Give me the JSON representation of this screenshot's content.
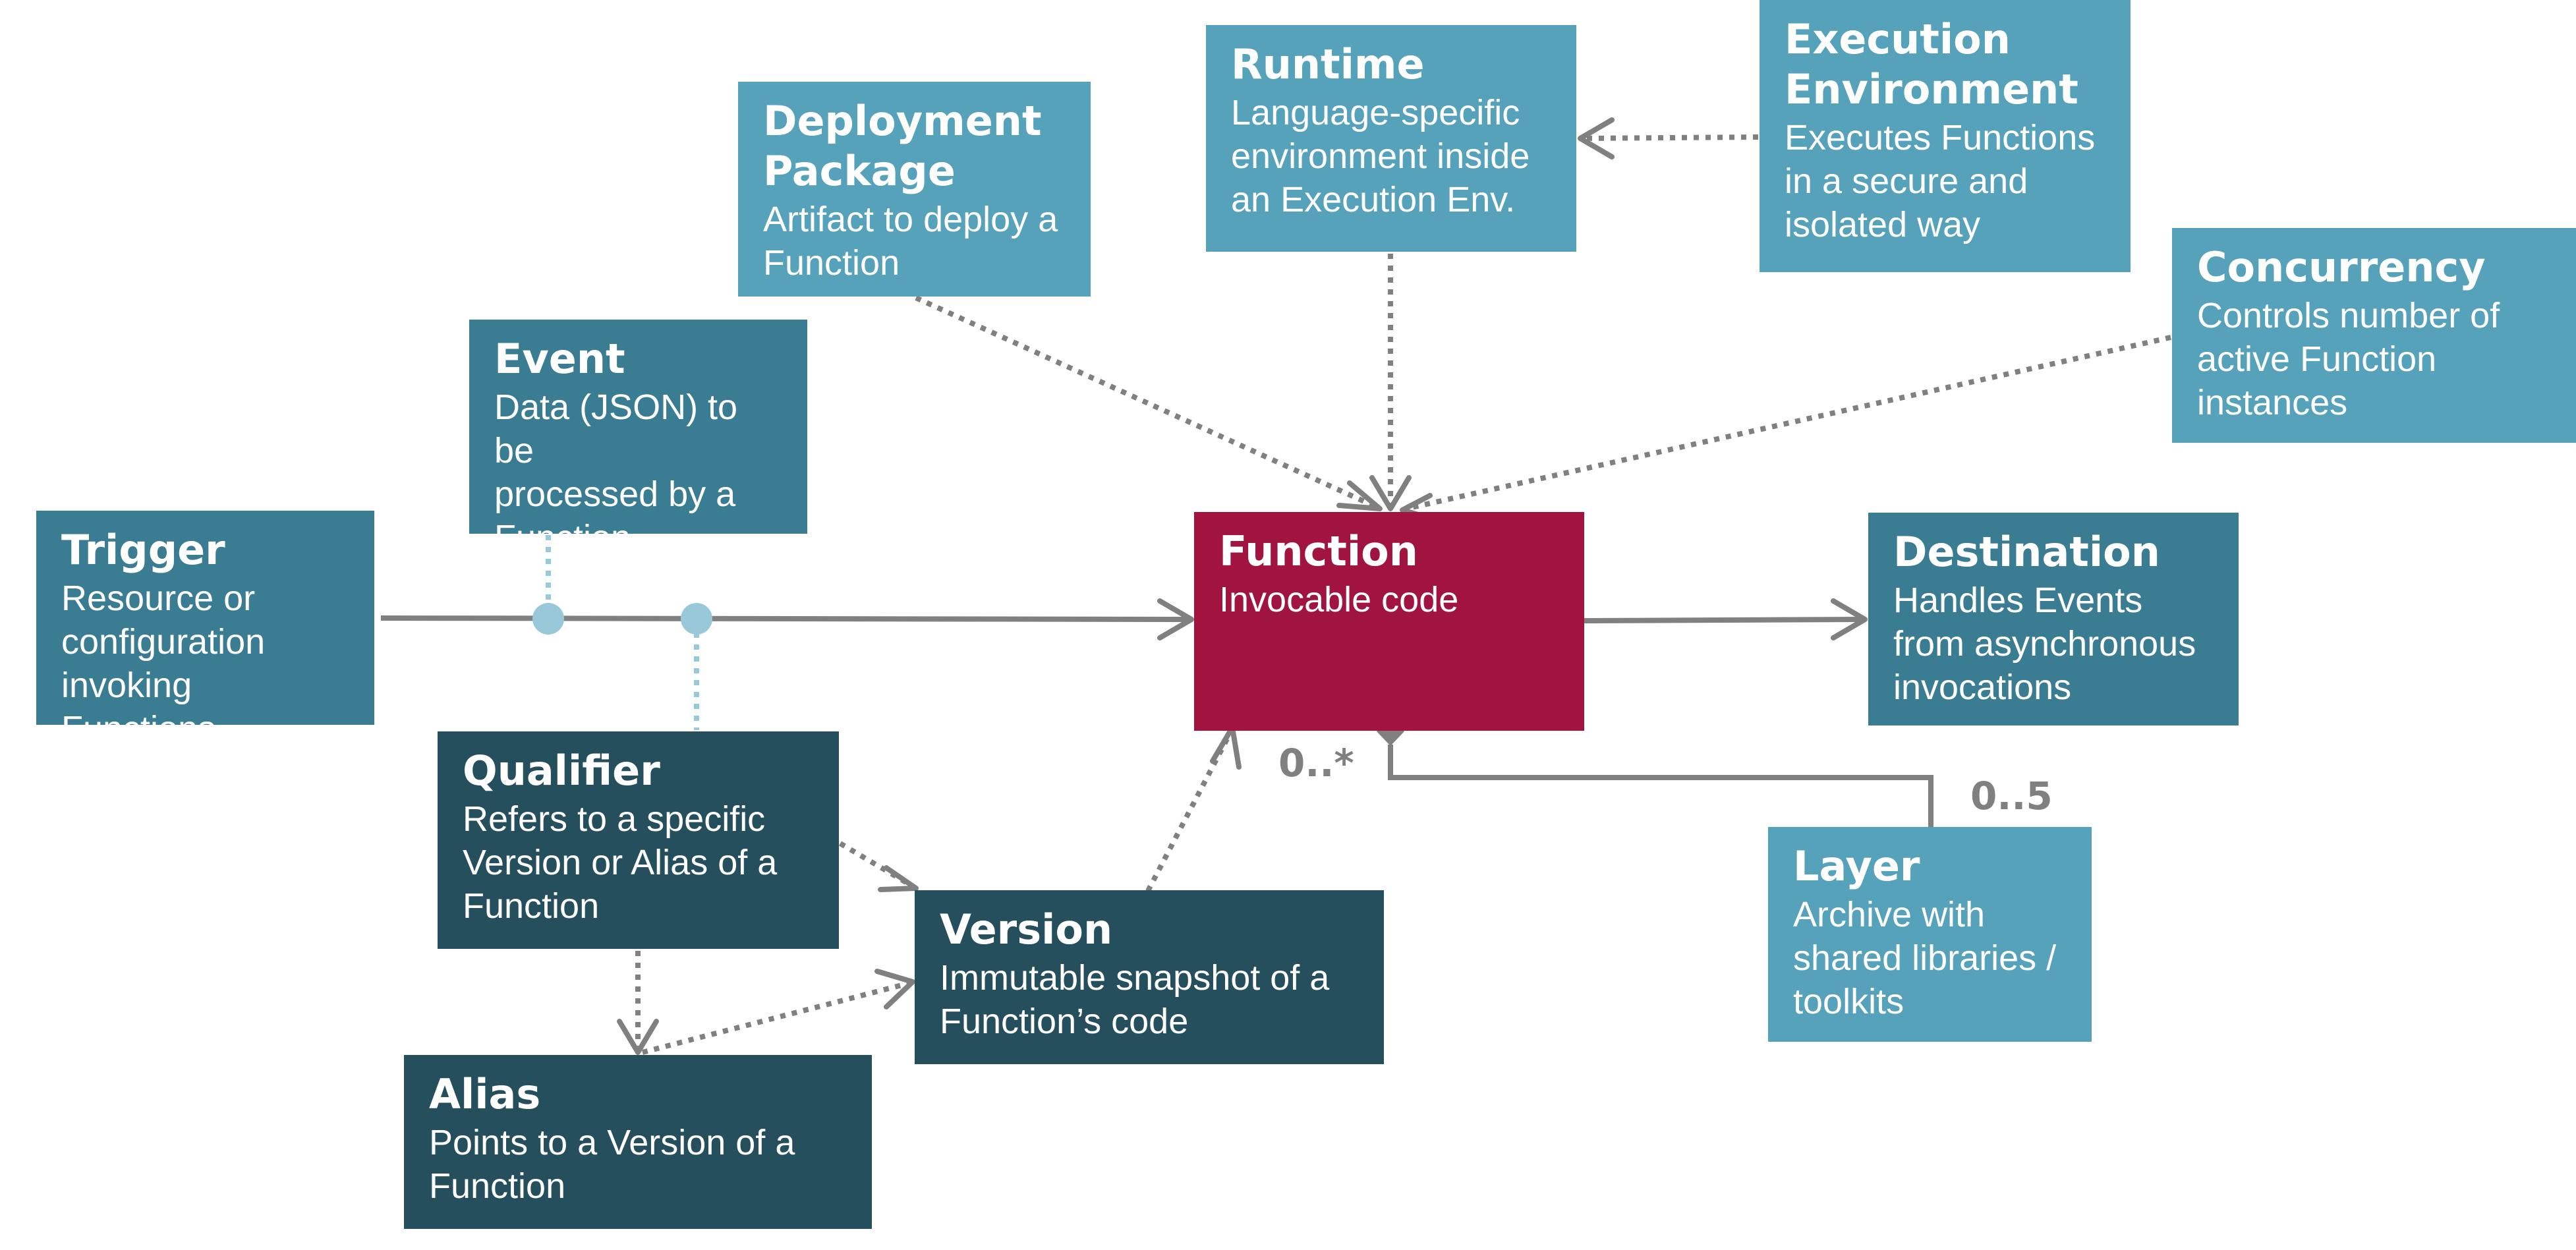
{
  "colors": {
    "background": "#ffffff",
    "teal_mid": "#3a7d93",
    "teal_light": "#56a2bb",
    "teal_dark": "#264f5e",
    "function_accent": "#a0143f",
    "connector": "#808080",
    "qualifier_link": "#99c8d9"
  },
  "nodes": {
    "trigger": {
      "title": "Trigger",
      "desc": "Resource or\nconfiguration\ninvoking Functions"
    },
    "event": {
      "title": "Event",
      "desc": "Data (JSON) to be\nprocessed by a\nFunction"
    },
    "deployment": {
      "title": "Deployment\nPackage",
      "desc": "Artifact to deploy a\nFunction"
    },
    "runtime": {
      "title": "Runtime",
      "desc": "Language-specific\nenvironment inside\nan Execution Env."
    },
    "execution": {
      "title": "Execution\nEnvironment",
      "desc": "Executes Functions\nin a secure and\nisolated way"
    },
    "concurrency": {
      "title": "Concurrency",
      "desc": "Controls number of\nactive Function\ninstances"
    },
    "function": {
      "title": "Function",
      "desc": "Invocable code"
    },
    "destination": {
      "title": "Destination",
      "desc": "Handles Events\nfrom asynchronous\ninvocations"
    },
    "qualifier": {
      "title": "Qualifier",
      "desc": "Refers to a specific\nVersion or Alias of a\nFunction"
    },
    "version": {
      "title": "Version",
      "desc": "Immutable snapshot of a\nFunction’s code"
    },
    "alias": {
      "title": "Alias",
      "desc": "Points to a Version of a\nFunction"
    },
    "layer": {
      "title": "Layer",
      "desc": "Archive with\nshared libraries /\ntoolkits"
    }
  },
  "multiplicities": {
    "function_side": "0..*",
    "layer_side": "0..5"
  },
  "edges": [
    {
      "from": "trigger",
      "to": "function",
      "style": "solid",
      "head": "arrow"
    },
    {
      "from": "function",
      "to": "destination",
      "style": "solid",
      "head": "arrow"
    },
    {
      "from": "event",
      "to": "trigger-function-link",
      "style": "dotted-light"
    },
    {
      "from": "qualifier",
      "to": "trigger-function-link",
      "style": "dotted-light"
    },
    {
      "from": "deployment",
      "to": "function",
      "style": "dotted",
      "head": "arrow"
    },
    {
      "from": "runtime",
      "to": "function",
      "style": "dotted",
      "head": "arrow"
    },
    {
      "from": "execution",
      "to": "runtime",
      "style": "dotted",
      "head": "arrow"
    },
    {
      "from": "concurrency",
      "to": "function",
      "style": "dotted",
      "head": "arrow"
    },
    {
      "from": "qualifier",
      "to": "version",
      "style": "dotted",
      "head": "arrow"
    },
    {
      "from": "qualifier",
      "to": "alias",
      "style": "dotted",
      "head": "arrow"
    },
    {
      "from": "alias",
      "to": "version",
      "style": "dotted",
      "head": "arrow"
    },
    {
      "from": "version",
      "to": "function",
      "style": "dotted",
      "head": "arrow"
    },
    {
      "from": "layer",
      "to": "function",
      "style": "solid",
      "head": "diamond"
    }
  ]
}
